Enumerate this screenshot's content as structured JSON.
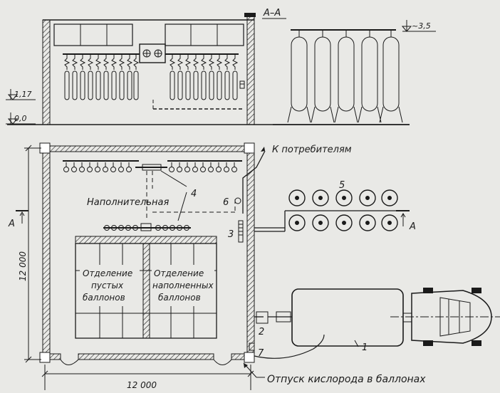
{
  "section_label": "А–А",
  "elevations": {
    "top": "~3,5",
    "e117": "1,17",
    "e00": "0,0"
  },
  "labels": {
    "consumers": "К потребителям",
    "filling_room": "Наполнительная",
    "empty_dept_line1": "Отделение",
    "empty_dept_line2": "пустых",
    "empty_dept_line3": "баллонов",
    "full_dept_line1": "Отделение",
    "full_dept_line2": "наполненных",
    "full_dept_line3": "баллонов",
    "dispatch": "Отпуск кислорода в баллонах"
  },
  "callouts": {
    "n1": "1",
    "n2": "2",
    "n3": "3",
    "n4": "4",
    "n5": "5",
    "n6": "6",
    "n7": "7"
  },
  "cut_marks": {
    "left": "А",
    "right": "А"
  },
  "dimensions": {
    "width": "12 000",
    "height": "12 000"
  }
}
